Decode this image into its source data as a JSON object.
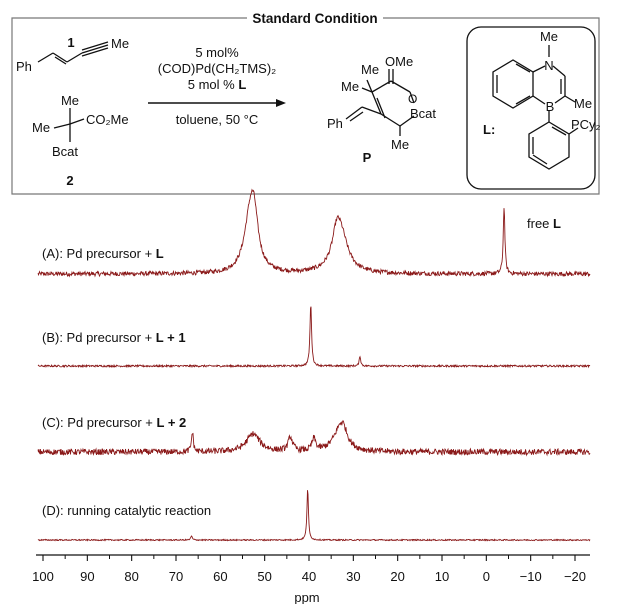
{
  "scheme": {
    "title": "Standard Condition",
    "reactant1": {
      "number": "1",
      "ph": "Ph",
      "me": "Me"
    },
    "reactant2": {
      "number": "2",
      "me_top": "Me",
      "me_left": "Me",
      "ester": "CO₂Me",
      "boron": "Bcat"
    },
    "conditions": {
      "line1": "5 mol%",
      "line2": "(COD)Pd(CH₂TMS)₂",
      "line3_prefix": "5 mol % ",
      "line3_bold": "L",
      "line4": "toluene, 50 °C"
    },
    "product": {
      "label": "P",
      "ome": "OMe",
      "me1": "Me",
      "me2": "Me",
      "me3": "Me",
      "bcat": "Bcat",
      "ph": "Ph",
      "o": "O"
    },
    "ligand": {
      "label": "L:",
      "n": "N",
      "me_n": "Me",
      "b": "B",
      "me_b": "Me",
      "pcy2": "PCy₂"
    }
  },
  "spectra": {
    "traces": [
      {
        "id": "A",
        "prefix": "(A):  Pd precursor + ",
        "bold": "L",
        "suffix": "",
        "annotation_prefix": "free ",
        "annotation_bold": "L"
      },
      {
        "id": "B",
        "prefix": "(B):  Pd precursor + ",
        "bold": "L + 1",
        "suffix": ""
      },
      {
        "id": "C",
        "prefix": "(C):  Pd precursor + ",
        "bold": "L + 2",
        "suffix": ""
      },
      {
        "id": "D",
        "prefix": "(D):  running catalytic reaction",
        "bold": "",
        "suffix": ""
      }
    ],
    "axis": {
      "label": "ppm",
      "ticks": [
        "100",
        "90",
        "80",
        "70",
        "60",
        "50",
        "40",
        "30",
        "20",
        "10",
        "0",
        "−10",
        "−20"
      ]
    },
    "trace_color": "#8b1a1a"
  }
}
